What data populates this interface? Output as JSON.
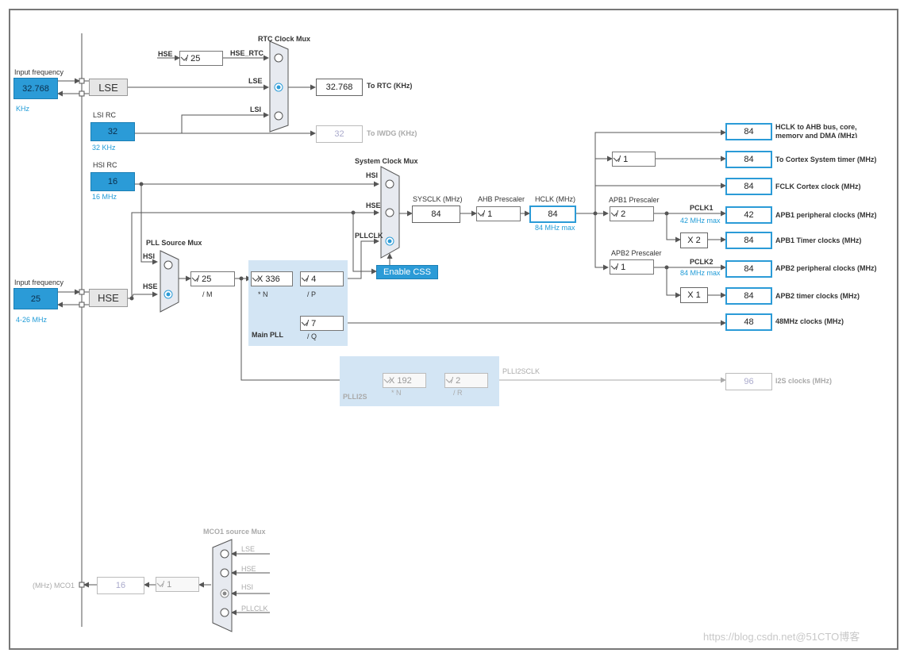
{
  "inputs": {
    "lse": {
      "header": "Input frequency",
      "value": "32.768",
      "unit": "KHz"
    },
    "lsi": {
      "header": "LSI RC",
      "value": "32",
      "unit": "32 KHz"
    },
    "hsi": {
      "header": "HSI RC",
      "value": "16",
      "unit": "16 MHz"
    },
    "hse": {
      "header": "Input frequency",
      "value": "25",
      "unit": "4-26 MHz"
    }
  },
  "oscillators": {
    "lse": "LSE",
    "hse": "HSE"
  },
  "rtc": {
    "title": "RTC Clock Mux",
    "hse_label": "HSE",
    "div": "/ 25",
    "hse_rtc_label": "HSE_RTC",
    "lse_label": "LSE",
    "lsi_label": "LSI",
    "value": "32.768",
    "value_label": "To RTC (KHz)"
  },
  "iwdg": {
    "value": "32",
    "label": "To IWDG (KHz)"
  },
  "sys_mux": {
    "title": "System Clock Mux",
    "hsi": "HSI",
    "hse": "HSE",
    "pllclk": "PLLCLK"
  },
  "css_button": "Enable CSS",
  "pll_src": {
    "title": "PLL Source Mux",
    "hsi": "HSI",
    "hse": "HSE"
  },
  "main_pll": {
    "title": "Main PLL",
    "m_div": "/ 25",
    "m_label": "/ M",
    "n_mul": "X 336",
    "n_label": "* N",
    "p_div": "/ 4",
    "p_label": "/ P",
    "q_div": "/ 7",
    "q_label": "/ Q"
  },
  "sysclk": {
    "label": "SYSCLK (MHz)",
    "value": "84"
  },
  "ahb": {
    "label": "AHB Prescaler",
    "value": "/ 1"
  },
  "hclk": {
    "label": "HCLK (MHz)",
    "value": "84",
    "max": "84 MHz max"
  },
  "apb1": {
    "label": "APB1 Prescaler",
    "value": "/ 2",
    "pclk": "PCLK1",
    "max": "42 MHz max",
    "timer_mul": "X 2"
  },
  "apb2": {
    "label": "APB2 Prescaler",
    "value": "/ 1",
    "pclk": "PCLK2",
    "max": "84 MHz max",
    "timer_mul": "X 1"
  },
  "cortex_div": "/ 1",
  "outputs": [
    {
      "value": "84",
      "label": "HCLK to AHB bus, core,",
      "label2": "memory and DMA (MHz)"
    },
    {
      "value": "84",
      "label": "To Cortex System timer (MHz)"
    },
    {
      "value": "84",
      "label": "FCLK Cortex clock (MHz)"
    },
    {
      "value": "42",
      "label": "APB1 peripheral clocks (MHz)"
    },
    {
      "value": "84",
      "label": "APB1 Timer clocks (MHz)"
    },
    {
      "value": "84",
      "label": "APB2 peripheral clocks (MHz)"
    },
    {
      "value": "84",
      "label": "APB2 timer clocks (MHz)"
    },
    {
      "value": "48",
      "label": "48MHz clocks (MHz)"
    }
  ],
  "plli2s": {
    "title": "PLLI2S",
    "n_mul": "X 192",
    "n_label": "* N",
    "r_div": "/ 2",
    "r_label": "/ R",
    "clk_label": "PLLI2SCLK",
    "value": "96",
    "out_label": "I2S clocks (MHz)"
  },
  "mco1": {
    "title": "MCO1 source Mux",
    "lse": "LSE",
    "hse": "HSE",
    "hsi": "HSI",
    "pllclk": "PLLCLK",
    "div": "/ 1",
    "value": "16",
    "label": "(MHz) MCO1"
  },
  "watermark": "https://blog.csdn.net@51CTO博客",
  "colors": {
    "accent": "#2b9bd7",
    "region": "#d3e5f4",
    "wire": "#555555",
    "disabled": "#bbbbbb"
  }
}
